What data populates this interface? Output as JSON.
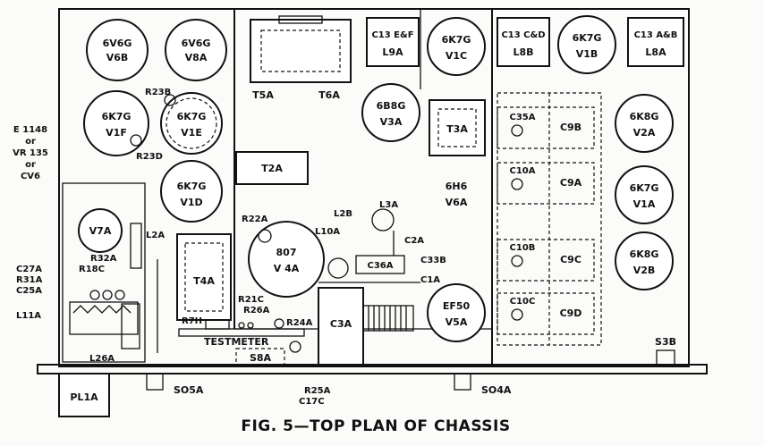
{
  "caption": "FIG. 5—TOP PLAN OF CHASSIS",
  "labels": {
    "v6b_type": "6V6G",
    "v6b": "V6B",
    "v8a_type": "6V6G",
    "v8a": "V8A",
    "v1f_type": "6K7G",
    "v1f": "V1F",
    "v1e_type": "6K7G",
    "v1e": "V1E",
    "v1d_type": "6K7G",
    "v1d": "V1D",
    "r23b": "R23B",
    "r23d": "R23D",
    "e1148": "E 1148",
    "or1": "or",
    "vr135": "VR 135",
    "or2": "or",
    "cv6": "CV6",
    "v7a": "V7A",
    "l2a": "L2A",
    "r32a": "R32A",
    "r18c": "R18C",
    "c27a": "C27A",
    "r31a": "R31A",
    "c25a": "C25A",
    "l11a": "L11A",
    "l26a": "L26A",
    "t4a": "T4A",
    "r21c": "R21C",
    "r26a": "R26A",
    "r7h": "R7H",
    "r24a": "R24A",
    "testmeter": "TESTMETER",
    "s8a": "S8A",
    "r25a": "R25A",
    "c17c": "C17C",
    "t5a": "T5A",
    "t6a": "T6A",
    "t2a": "T2A",
    "v4a_type": "807",
    "v4a": "V 4A",
    "r22a": "R22A",
    "c13ef": "C13 E&F",
    "l9a": "L9A",
    "v1c_type": "6K7G",
    "v1c": "V1C",
    "v3a_type": "6B8G",
    "v3a": "V3A",
    "t3a": "T3A",
    "v6a_type": "6H6",
    "v6a": "V6A",
    "l3a": "L3A",
    "l2b": "L2B",
    "l10a": "L10A",
    "c2a": "C2A",
    "c36a": "C36A",
    "c33b": "C33B",
    "c1a": "C1A",
    "c3a": "C3A",
    "v5a_type": "EF50",
    "v5a": "V5A",
    "c13cd": "C13 C&D",
    "l8b": "L8B",
    "v1b_type": "6K7G",
    "v1b": "V1B",
    "c13ab": "C13 A&B",
    "l8a": "L8A",
    "v2a_type": "6K8G",
    "v2a": "V2A",
    "v1a_type": "6K7G",
    "v1a": "V1A",
    "v2b_type": "6K8G",
    "v2b": "V2B",
    "c35a": "C35A",
    "c10a": "C10A",
    "c10b": "C10B",
    "c10c": "C10C",
    "c9b": "C9B",
    "c9a": "C9A",
    "c9c": "C9C",
    "c9d": "C9D",
    "s3b": "S3B",
    "pl1a": "PL1A",
    "so5a": "SO5A",
    "so4a": "SO4A"
  }
}
